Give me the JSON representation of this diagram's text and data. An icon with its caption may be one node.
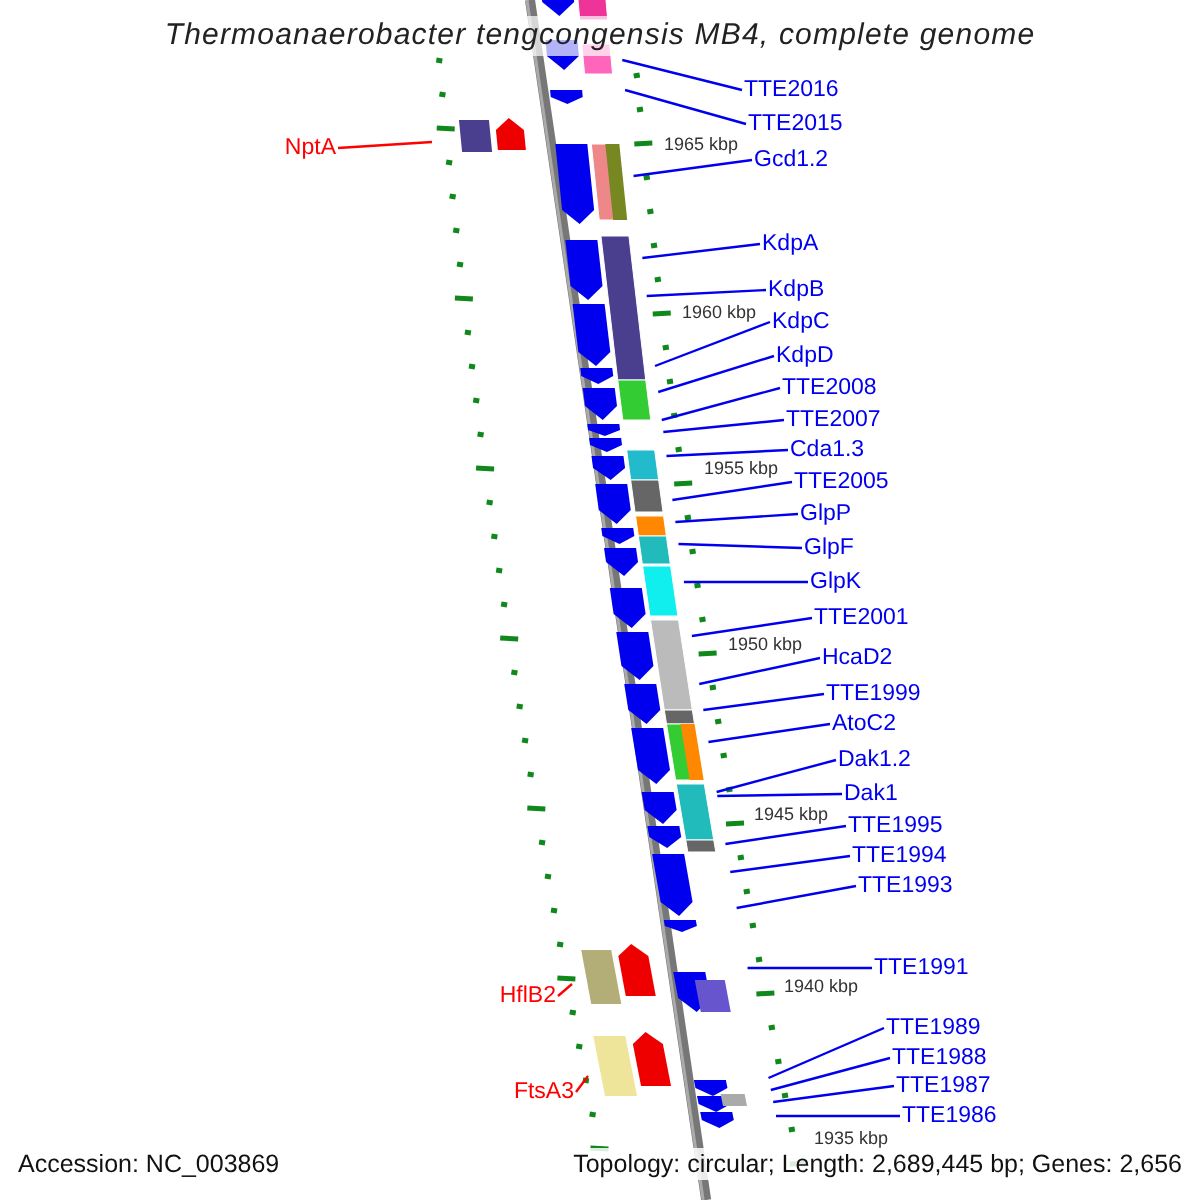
{
  "diagram": {
    "title": "Thermoanaerobacter tengcongensis MB4, complete genome",
    "nodes": [
      {
        "text": [
          "TTE2016"
        ]
      },
      {
        "text": [
          "TTE2015"
        ]
      },
      {
        "text": [
          "NptA"
        ]
      },
      {
        "text": [
          "Gcd1.2"
        ]
      },
      {
        "text": [
          "KdpA"
        ]
      },
      {
        "text": [
          "KdpB"
        ]
      },
      {
        "text": [
          "KdpC"
        ]
      },
      {
        "text": [
          "KdpD"
        ]
      },
      {
        "text": [
          "TTE2008"
        ]
      },
      {
        "text": [
          "TTE2007"
        ]
      },
      {
        "text": [
          "Cda1.3"
        ]
      },
      {
        "text": [
          "TTE2005"
        ]
      },
      {
        "text": [
          "GlpP"
        ]
      },
      {
        "text": [
          "GlpF"
        ]
      },
      {
        "text": [
          "GlpK"
        ]
      },
      {
        "text": [
          "TTE2001"
        ]
      },
      {
        "text": [
          "HcaD2"
        ]
      },
      {
        "text": [
          "TTE1999"
        ]
      },
      {
        "text": [
          "AtoC2"
        ]
      },
      {
        "text": [
          "Dak1.2"
        ]
      },
      {
        "text": [
          "Dak1"
        ]
      },
      {
        "text": [
          "TTE1995"
        ]
      },
      {
        "text": [
          "TTE1994"
        ]
      },
      {
        "text": [
          "TTE1993"
        ]
      },
      {
        "text": [
          "TTE1991"
        ]
      },
      {
        "text": [
          "HflB2"
        ]
      },
      {
        "text": [
          "TTE1989"
        ]
      },
      {
        "text": [
          "TTE1988"
        ]
      },
      {
        "text": [
          "TTE1987"
        ]
      },
      {
        "text": [
          "FtsA3"
        ]
      },
      {
        "text": [
          "TTE1986"
        ]
      }
    ],
    "edges": [
      {
        "from": 0,
        "to": null,
        "arrow": "none"
      },
      {
        "from": 1,
        "to": null,
        "arrow": "none"
      },
      {
        "from": 2,
        "to": null,
        "arrow": "none",
        "color": "#ff0000"
      },
      {
        "from": 3,
        "to": null,
        "arrow": "none"
      },
      {
        "from": 4,
        "to": null,
        "arrow": "none"
      },
      {
        "from": 5,
        "to": null,
        "arrow": "none"
      },
      {
        "from": 6,
        "to": null,
        "arrow": "none"
      },
      {
        "from": 7,
        "to": null,
        "arrow": "none"
      },
      {
        "from": 8,
        "to": null,
        "arrow": "none"
      },
      {
        "from": 9,
        "to": null,
        "arrow": "none"
      },
      {
        "from": 10,
        "to": null,
        "arrow": "none"
      },
      {
        "from": 11,
        "to": null,
        "arrow": "none"
      },
      {
        "from": 12,
        "to": null,
        "arrow": "none"
      },
      {
        "from": 13,
        "to": null,
        "arrow": "none"
      },
      {
        "from": 14,
        "to": null,
        "arrow": "none"
      },
      {
        "from": 15,
        "to": null,
        "arrow": "none"
      },
      {
        "from": 16,
        "to": null,
        "arrow": "none"
      },
      {
        "from": 17,
        "to": null,
        "arrow": "none"
      },
      {
        "from": 18,
        "to": null,
        "arrow": "none"
      },
      {
        "from": 19,
        "to": null,
        "arrow": "none"
      },
      {
        "from": 20,
        "to": null,
        "arrow": "none"
      },
      {
        "from": 21,
        "to": null,
        "arrow": "none"
      },
      {
        "from": 22,
        "to": null,
        "arrow": "none"
      },
      {
        "from": 23,
        "to": null,
        "arrow": "none"
      },
      {
        "from": 24,
        "to": null,
        "arrow": "none"
      },
      {
        "from": 25,
        "to": null,
        "arrow": "none",
        "color": "#ff0000"
      },
      {
        "from": 26,
        "to": null,
        "arrow": "none"
      },
      {
        "from": 27,
        "to": null,
        "arrow": "none"
      },
      {
        "from": 28,
        "to": null,
        "arrow": "none"
      },
      {
        "from": 29,
        "to": null,
        "arrow": "none",
        "color": "#ff0000"
      },
      {
        "from": 30,
        "to": null,
        "arrow": "none"
      }
    ],
    "labels": [
      "1965 kbp",
      "1960 kbp",
      "1955 kbp",
      "1950 kbp",
      "1945 kbp",
      "1940 kbp",
      "1935 kbp",
      "Accession: NC_003869",
      "Topology: circular; Length: 2,689,445 bp; Genes: 2,656"
    ]
  }
}
